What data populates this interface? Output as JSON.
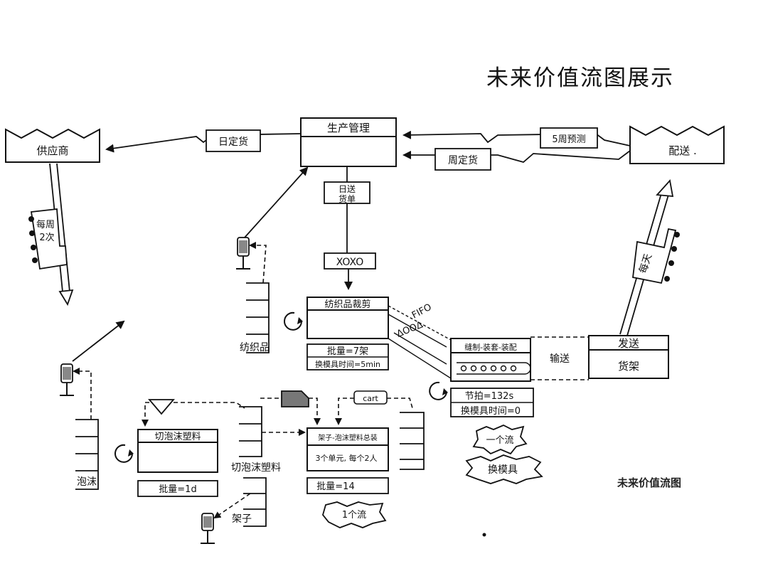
{
  "page": {
    "title": "未来价值流图展示",
    "caption": "未来价值流图"
  },
  "diagram": {
    "supplier": "供应商",
    "customer": "配送 .",
    "production_control": "生产管理",
    "daily_order": "日定货",
    "weekly_forecast": "5周预测",
    "weekly_order": "周定货",
    "daily_ship_schedule_line1": "日送",
    "daily_ship_schedule_line2": "货单",
    "load_leveling": "XOXO",
    "supplier_truck_line1": "每周",
    "supplier_truck_line2": "2次",
    "customer_truck": "每天",
    "fifo_label": "FIFO",
    "fifo_symbols": "ΔOOΔ",
    "textile_cutting": {
      "title": "纺织品裁剪",
      "batch": "批量=7架",
      "changeover": "换模具时间=5min"
    },
    "textile_supermarket": "纺织品",
    "sewing_assembly": {
      "title": "缝制-装套-装配",
      "takt": "节拍=132s",
      "changeover": "换模具时间=0"
    },
    "transport_label": "输送",
    "shipping": {
      "title": "发送",
      "body": "货架"
    },
    "one_piece_flow_1": "一个流",
    "changeover_burst": "换模具",
    "foam_cutting": {
      "title": "切泡沫塑料",
      "batch": "批量=1d"
    },
    "foam_supermarket": "泡沫",
    "foam_cut_supermarket": "切泡沫塑料",
    "frame_supermarket": "架子",
    "frame_assembly": {
      "title": "架子-泡沫塑料总装",
      "detail": "3个单元, 每个2人",
      "batch": "批量=14"
    },
    "cart_label": "cart",
    "one_piece_flow_2": "1个流"
  }
}
